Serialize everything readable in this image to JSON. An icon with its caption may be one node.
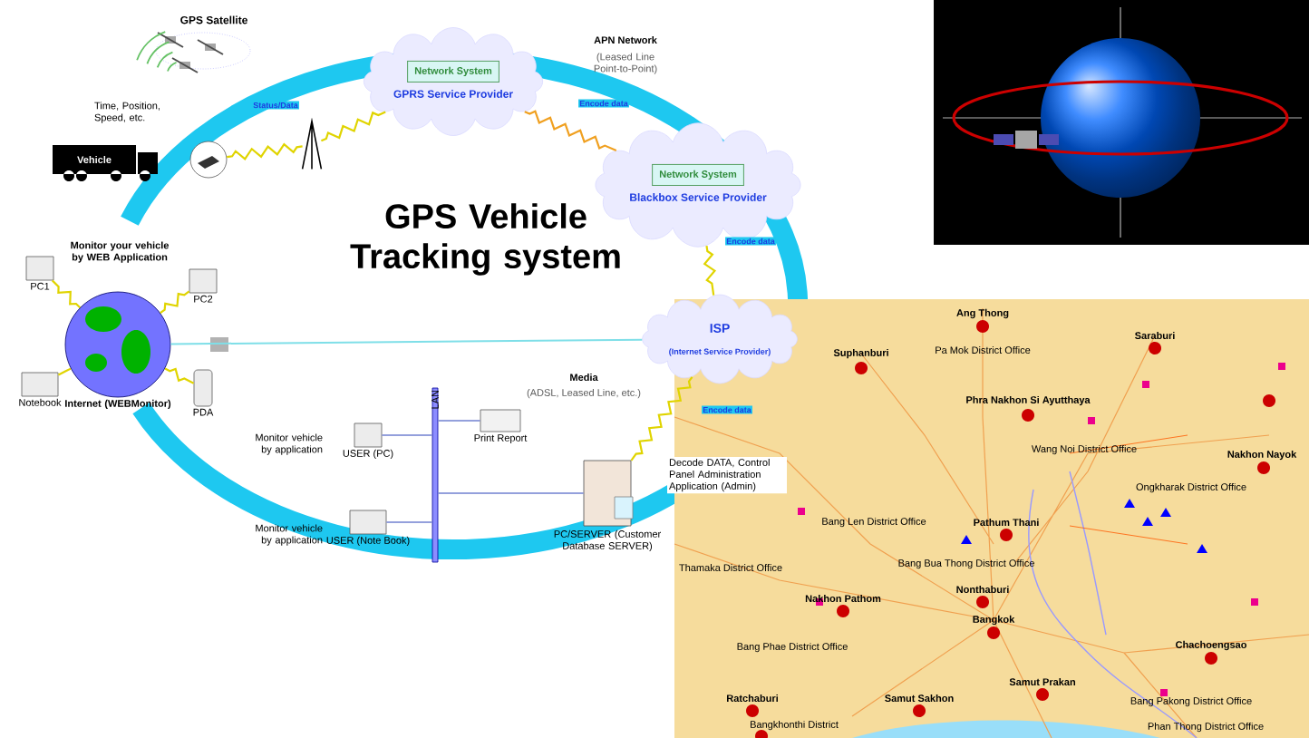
{
  "diagram": {
    "title": "GPS Vehicle Tracking system",
    "nodes": [
      {
        "text": [
          "GPS Satellite"
        ]
      },
      {
        "text": [
          "Vehicle"
        ],
        "beside": [
          "Time, Position, Speed, etc."
        ]
      },
      {
        "text": [],
        "shape": "circle"
      },
      {
        "text": [],
        "shape": "picture"
      },
      {
        "text": [
          "Network System",
          "GPRS Service Provider"
        ]
      },
      {
        "text": [
          "Network System",
          "Blackbox Service Provider"
        ]
      },
      {
        "text": [
          "ISP",
          "(Internet Service Provider)"
        ]
      },
      {
        "text": [
          "Internet (WEBMonitor)"
        ]
      },
      {
        "text": [
          "PC1"
        ]
      },
      {
        "text": [
          "PC2"
        ]
      },
      {
        "text": [
          "Notebook"
        ]
      },
      {
        "text": [
          "PDA"
        ]
      },
      {
        "text": [
          "LAN"
        ]
      },
      {
        "text": [
          "USER (PC)"
        ],
        "beside": [
          "Monitor vehicle by application"
        ]
      },
      {
        "text": [
          "Print Report"
        ]
      },
      {
        "text": [
          "USER (Note Book)"
        ],
        "beside": [
          "Monitor vehicle by application"
        ]
      },
      {
        "text": [
          "PC/SERVER (Customer Database SERVER)"
        ],
        "beside": [
          "Decode DATA, Control Panel Administration Application (Admin)"
        ]
      }
    ],
    "edges": [
      {
        "from": 2,
        "to": 3,
        "arrow": "none",
        "label": "Status/Data"
      },
      {
        "from": 3,
        "to": 4,
        "arrow": "none"
      },
      {
        "from": 4,
        "to": 5,
        "arrow": "none",
        "label": "Encode data",
        "color": "#f0a020"
      },
      {
        "from": 5,
        "to": 6,
        "arrow": "none",
        "label": "Encode data"
      },
      {
        "from": 6,
        "to": 16,
        "arrow": "none",
        "label": "Encode data"
      },
      {
        "from": 6,
        "to": 7,
        "arrow": "none",
        "color": "#7fdfe8"
      },
      {
        "from": 7,
        "to": 8,
        "arrow": "none"
      },
      {
        "from": 7,
        "to": 9,
        "arrow": "none"
      },
      {
        "from": 7,
        "to": 10,
        "arrow": "none"
      },
      {
        "from": 7,
        "to": 11,
        "arrow": "none"
      },
      {
        "from": 12,
        "to": 13,
        "arrow": "none",
        "color": "#7080d0"
      },
      {
        "from": 12,
        "to": 14,
        "arrow": "none",
        "color": "#7080d0"
      },
      {
        "from": 12,
        "to": 15,
        "arrow": "none",
        "color": "#7080d0"
      },
      {
        "from": 12,
        "to": 16,
        "arrow": "none",
        "color": "#7080d0"
      }
    ],
    "labels": [
      "APN Network",
      "(Leased Line Point-to-Point)",
      "Media",
      "(ADSL, Leased Line, etc.)",
      "Ang Thong",
      "Saraburi",
      "Pa Mok District Office",
      "Suphanburi",
      "Phra Nakhon Si Ayutthaya",
      "Wang Noi District Office",
      "Nakhon Nayok",
      "Ongkharak District Office",
      "Bang Len District Office",
      "Pathum Thani",
      "Bang Bua Thong District Office",
      "Thamaka District Office",
      "Nonthaburi",
      "Nakhon Pathom",
      "Bangkok",
      "Chachoengsao",
      "Bang Phae District Office",
      "Samut Prakan",
      "Ratchaburi",
      "Samut Sakhon",
      "Bang Pakong District Office",
      "Bangkhonthi District",
      "Phan Thong District Office",
      "Monitor your vehicle by WEB Application"
    ]
  }
}
